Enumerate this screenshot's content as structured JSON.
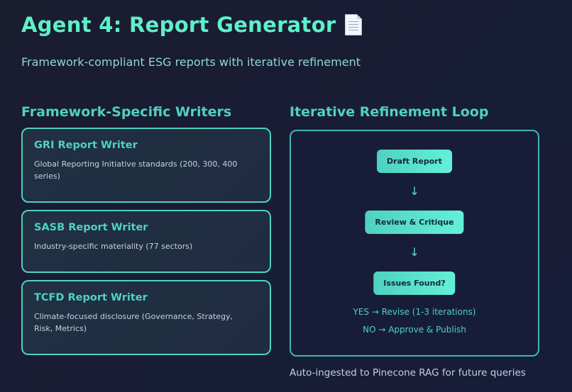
{
  "header": {
    "title": "Agent 4: Report Generator",
    "title_icon": "document-icon",
    "subtitle": "Framework-compliant ESG reports with iterative refinement"
  },
  "writers": {
    "section_title": "Framework-Specific Writers",
    "items": [
      {
        "title": "GRI Report Writer",
        "description": "Global Reporting Initiative standards (200, 300, 400 series)"
      },
      {
        "title": "SASB Report Writer",
        "description": "Industry-specific materiality (77 sectors)"
      },
      {
        "title": "TCFD Report Writer",
        "description": "Climate-focused disclosure (Governance, Strategy, Risk, Metrics)"
      }
    ]
  },
  "loop": {
    "section_title": "Iterative Refinement Loop",
    "steps": [
      {
        "label": "Draft Report"
      },
      {
        "label": "Review & Critique"
      },
      {
        "label": "Issues Found?"
      }
    ],
    "arrow_glyph": "↓",
    "outcomes": [
      {
        "text": "YES → Revise (1-3 iterations)"
      },
      {
        "text": "NO → Approve & Publish"
      }
    ],
    "footnote": "Auto-ingested to Pinecone RAG for future queries"
  },
  "colors": {
    "accent": "#5ef0c8",
    "accent_secondary": "#4fd1c0",
    "background": "#1a1c30",
    "card_background": "#213043",
    "step_text": "#16283a"
  }
}
